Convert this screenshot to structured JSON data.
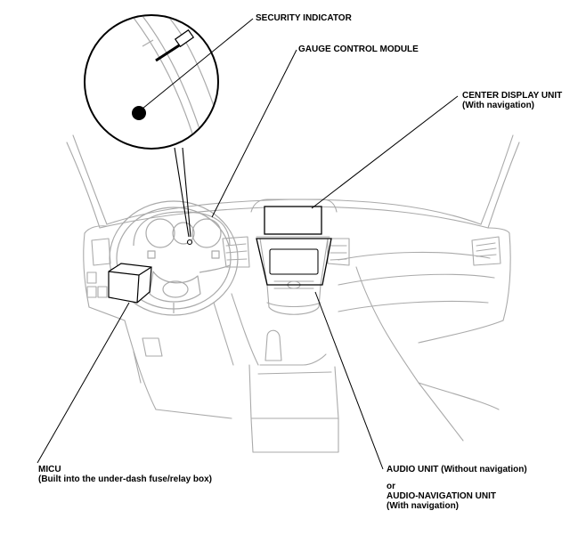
{
  "labels": {
    "security_indicator": "SECURITY INDICATOR",
    "gauge_control_module": "GAUGE CONTROL MODULE",
    "center_display_unit": {
      "line1": "CENTER DISPLAY UNIT",
      "line2": "(With navigation)"
    },
    "micu": {
      "line1": "MICU",
      "line2": "(Built into the under-dash fuse/relay box)"
    },
    "audio_unit": {
      "line1": "AUDIO UNIT (Without navigation)",
      "or": "or",
      "line2": "AUDIO-NAVIGATION UNIT",
      "line3": "(With navigation)"
    }
  },
  "colors": {
    "background": "#ffffff",
    "line_art": "#aaaaaa",
    "callout": "#000000",
    "component_fill": "#ffffff"
  }
}
